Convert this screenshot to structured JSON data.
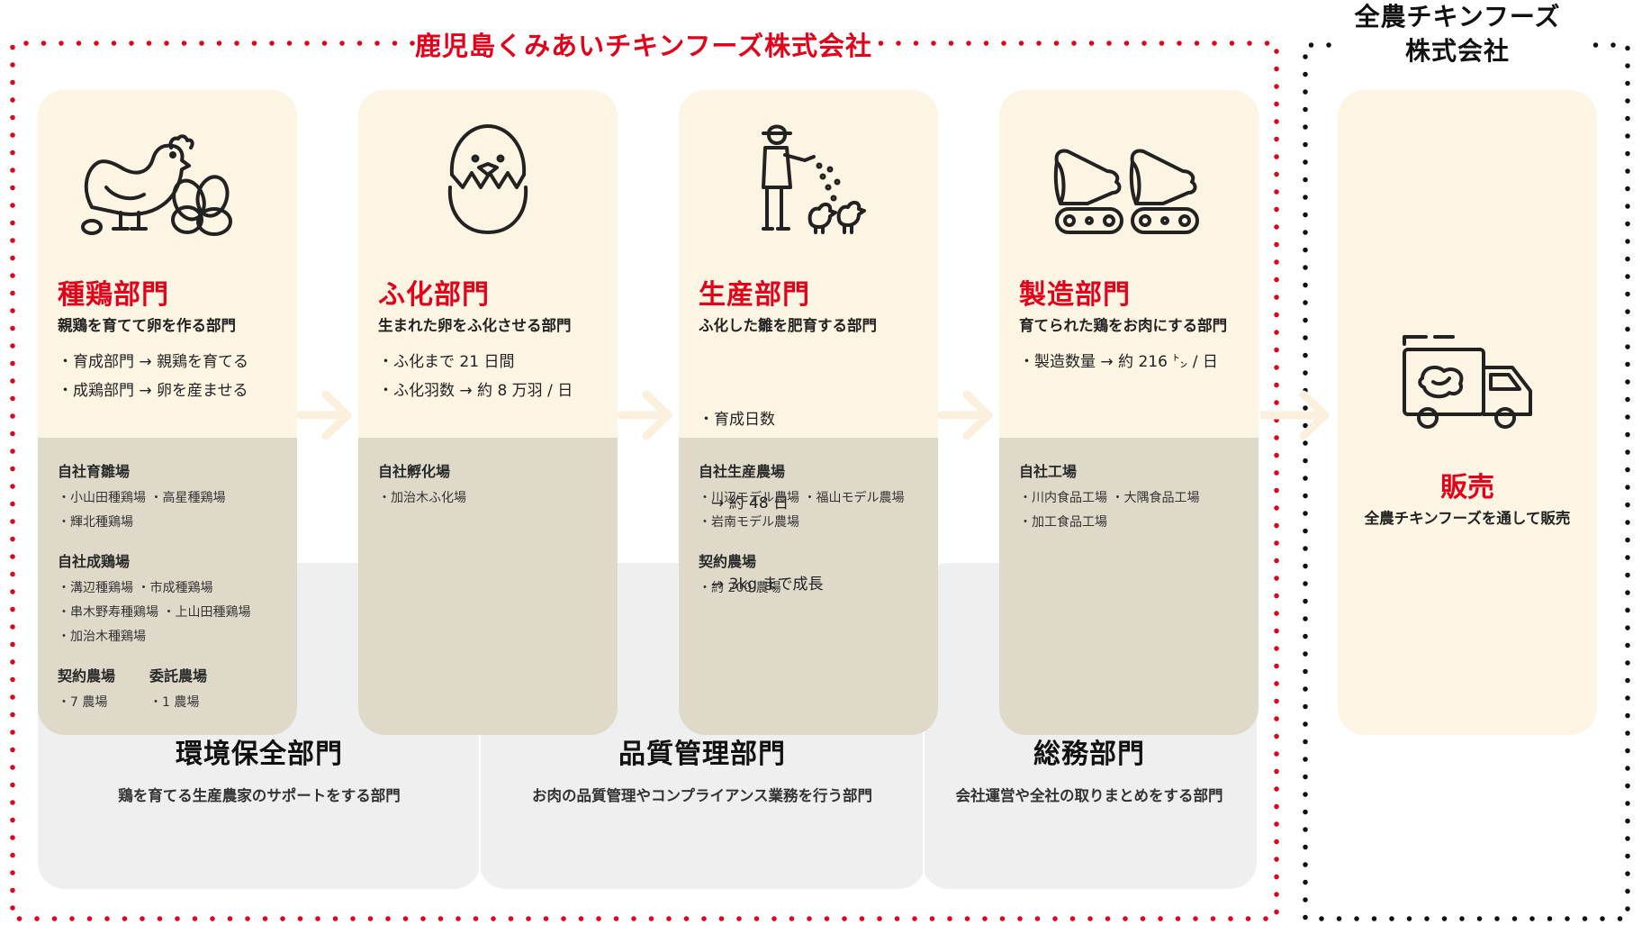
{
  "company_main": "鹿児島くみあいチキンフーズ株式会社",
  "company_sales_line1": "全農チキンフーズ",
  "company_sales_line2": "株式会社",
  "colors": {
    "accent_red": "#e5001a",
    "card_top": "#fdf5e3",
    "card_bottom": "#dfd9c9",
    "support_bg": "#efefef",
    "arrow": "#fbf0dc"
  },
  "cards": [
    {
      "icon": "hen-eggs-icon",
      "name": "種鶏部門",
      "desc": "親鶏を育てて卵を作る部門",
      "points": [
        "・育成部門 → 親鶏を育てる",
        "・成鶏部門 → 卵を産ませる"
      ],
      "groups": [
        {
          "heading": "自社育雛場",
          "lines": [
            "・小山田種鶏場 ・高星種鶏場",
            "・輝北種鶏場"
          ]
        },
        {
          "heading": "自社成鶏場",
          "lines": [
            "・溝辺種鶏場 ・市成種鶏場",
            "・串木野寿種鶏場 ・上山田種鶏場",
            "・加治木種鶏場"
          ]
        }
      ],
      "cols": [
        {
          "heading": "契約農場",
          "line": "・7 農場"
        },
        {
          "heading": "委託農場",
          "line": "・1 農場"
        }
      ]
    },
    {
      "icon": "hatching-chick-icon",
      "name": "ふ化部門",
      "desc": "生まれた卵をふ化させる部門",
      "points": [
        "・ふ化まで 21 日間",
        "・ふ化羽数 → 約 8 万羽 / 日"
      ],
      "groups": [
        {
          "heading": "自社孵化場",
          "lines": [
            "・加治木ふ化場"
          ]
        }
      ]
    },
    {
      "icon": "farmer-feeding-chicks-icon",
      "name": "生産部門",
      "desc": "ふ化した雛を肥育する部門",
      "points": [
        "・育成日数"
      ],
      "subpoints": [
        "→ 約 48 日",
        "→ 3kg まで成長"
      ],
      "groups": [
        {
          "heading": "自社生産農場",
          "lines": [
            "・川辺モデル農場 ・福山モデル農場",
            "・岩南モデル農場"
          ]
        },
        {
          "heading": "契約農場",
          "lines": [
            "・約 200 農場"
          ]
        }
      ]
    },
    {
      "icon": "meat-conveyor-icon",
      "name": "製造部門",
      "desc": "育てられた鶏をお肉にする部門",
      "points": [
        "・製造数量 → 約 216 ㌧ / 日"
      ],
      "groups": [
        {
          "heading": "自社工場",
          "lines": [
            "・川内食品工場 ・大隅食品工場",
            "・加工食品工場"
          ]
        }
      ]
    }
  ],
  "sale": {
    "icon": "delivery-truck-icon",
    "name": "販売",
    "desc": "全農チキンフーズを通して販売"
  },
  "support": [
    {
      "name": "環境保全部門",
      "desc": "鶏を育てる生産農家のサポートをする部門"
    },
    {
      "name": "品質管理部門",
      "desc": "お肉の品質管理やコンプライアンス業務を行う部門"
    },
    {
      "name": "総務部門",
      "desc": "会社運営や全社の取りまとめをする部門"
    }
  ]
}
